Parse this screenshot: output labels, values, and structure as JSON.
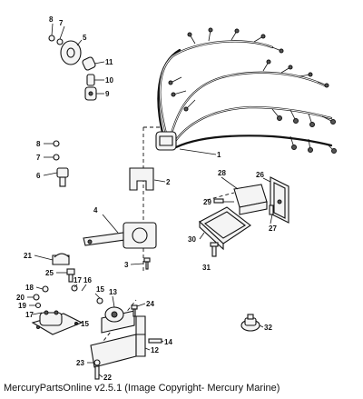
{
  "caption": "MercuryPartsOnline v2.5.1 (Image Copyright- Mercury Marine)",
  "callouts": {
    "c1": "1",
    "c2": "2",
    "c3": "3",
    "c4": "4",
    "c5": "5",
    "c6": "6",
    "c7": "7",
    "c7b": "7",
    "c8": "8",
    "c8b": "8",
    "c9": "9",
    "c10": "10",
    "c11": "11",
    "c12": "12",
    "c13": "13",
    "c14": "14",
    "c15": "15",
    "c15b": "15",
    "c16": "16",
    "c17": "17",
    "c17b": "17",
    "c18": "18",
    "c19": "19",
    "c20": "20",
    "c21": "21",
    "c22": "22",
    "c23": "23",
    "c24": "24",
    "c25": "25",
    "c26": "26",
    "c27": "27",
    "c28": "28",
    "c29": "29",
    "c30": "30",
    "c31": "31",
    "c32": "32"
  }
}
